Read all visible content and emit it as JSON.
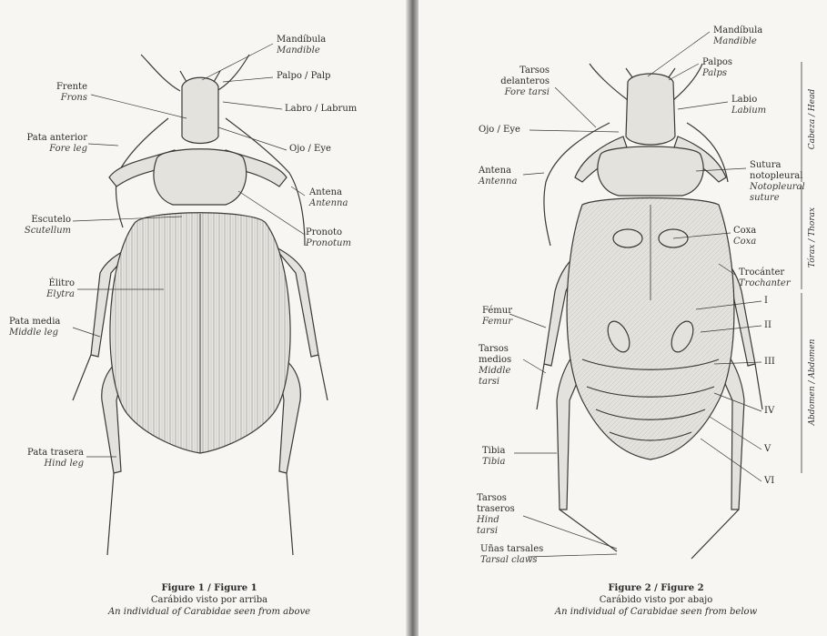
{
  "figure1": {
    "caption": {
      "fig": "Figure 1 / Figure 1",
      "es": "Carábido visto por arriba",
      "en": "An individual of Carabidae seen from above"
    },
    "labels": {
      "mandibula": {
        "es": "Mandíbula",
        "en": "Mandible"
      },
      "palpo": {
        "es": "Palpo / Palp",
        "en": ""
      },
      "frente": {
        "es": "Frente",
        "en": "Frons"
      },
      "labro": {
        "es": "Labro / Labrum",
        "en": ""
      },
      "pata_anterior": {
        "es": "Pata anterior",
        "en": "Fore leg"
      },
      "ojo": {
        "es": "Ojo / Eye",
        "en": ""
      },
      "antena": {
        "es": "Antena",
        "en": "Antenna"
      },
      "escutelo": {
        "es": "Escutelo",
        "en": "Scutellum"
      },
      "pronoto": {
        "es": "Pronoto",
        "en": "Pronotum"
      },
      "elitro": {
        "es": "Élitro",
        "en": "Elytra"
      },
      "pata_media": {
        "es": "Pata media",
        "en": "Middle leg"
      },
      "pata_trasera": {
        "es": "Pata trasera",
        "en": "Hind leg"
      }
    }
  },
  "figure2": {
    "caption": {
      "fig": "Figure 2 / Figure 2",
      "es": "Carábido visto por abajo",
      "en": "An individual of Carabidae seen from below"
    },
    "labels": {
      "mandibula": {
        "es": "Mandíbula",
        "en": "Mandible"
      },
      "palpos": {
        "es": "Palpos",
        "en": "Palps"
      },
      "tarsos_delanteros": {
        "es": "Tarsos delanteros",
        "en": "Fore tarsi"
      },
      "labio": {
        "es": "Labio",
        "en": "Labium"
      },
      "ojo": {
        "es": "Ojo / Eye",
        "en": ""
      },
      "antena": {
        "es": "Antena",
        "en": "Antenna"
      },
      "sutura": {
        "es": "Sutura notopleural",
        "en": "Notopleural suture"
      },
      "coxa": {
        "es": "Coxa",
        "en": "Coxa"
      },
      "trocanter": {
        "es": "Trocánter",
        "en": "Trochanter"
      },
      "femur": {
        "es": "Fémur",
        "en": "Femur"
      },
      "tarsos_medios": {
        "es": "Tarsos medios",
        "en": "Middle tarsi"
      },
      "tibia": {
        "es": "Tibia",
        "en": "Tibia"
      },
      "tarsos_traseros": {
        "es": "Tarsos traseros",
        "en": "Hind tarsi"
      },
      "unas": {
        "es": "Uñas tarsales",
        "en": "Tarsal claws"
      }
    },
    "segments": [
      "I",
      "II",
      "III",
      "IV",
      "V",
      "VI"
    ],
    "sections": {
      "head": "Cabeza / Head",
      "thorax": "Tórax / Thorax",
      "abdomen": "Abdomen / Abdomen"
    }
  }
}
